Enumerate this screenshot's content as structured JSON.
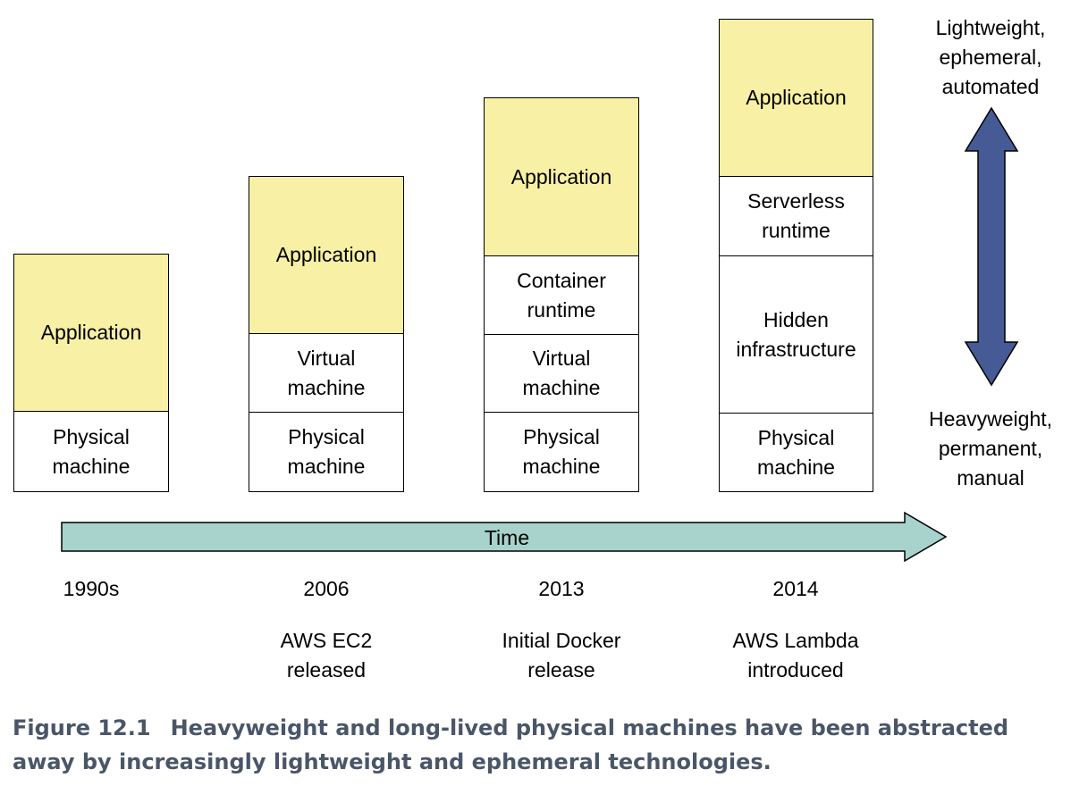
{
  "stacks": [
    {
      "layers": [
        "Application",
        "Physical\nmachine"
      ]
    },
    {
      "layers": [
        "Application",
        "Virtual\nmachine",
        "Physical\nmachine"
      ]
    },
    {
      "layers": [
        "Application",
        "Container\nruntime",
        "Virtual\nmachine",
        "Physical\nmachine"
      ]
    },
    {
      "layers": [
        "Application",
        "Serverless\nruntime",
        "Hidden\ninfrastructure",
        "Physical\nmachine"
      ]
    }
  ],
  "timeline": {
    "label": "Time",
    "years": [
      "1990s",
      "2006",
      "2013",
      "2014"
    ],
    "events": [
      "",
      "AWS EC2\nreleased",
      "Initial Docker\nrelease",
      "AWS Lambda\nintroduced"
    ]
  },
  "scale": {
    "top_label": "Lightweight,\nephemeral,\nautomated",
    "bottom_label": "Heavyweight,\npermanent,\nmanual"
  },
  "caption": {
    "figure_number": "Figure 12.1",
    "text": "Heavyweight and long-lived physical machines have been abstracted away by increasingly lightweight and ephemeral technologies."
  },
  "colors": {
    "application_fill": "#f8f0a4",
    "time_arrow_fill": "#a7d3cc",
    "scale_arrow_fill": "#465b95",
    "caption_color": "#4a5668"
  }
}
